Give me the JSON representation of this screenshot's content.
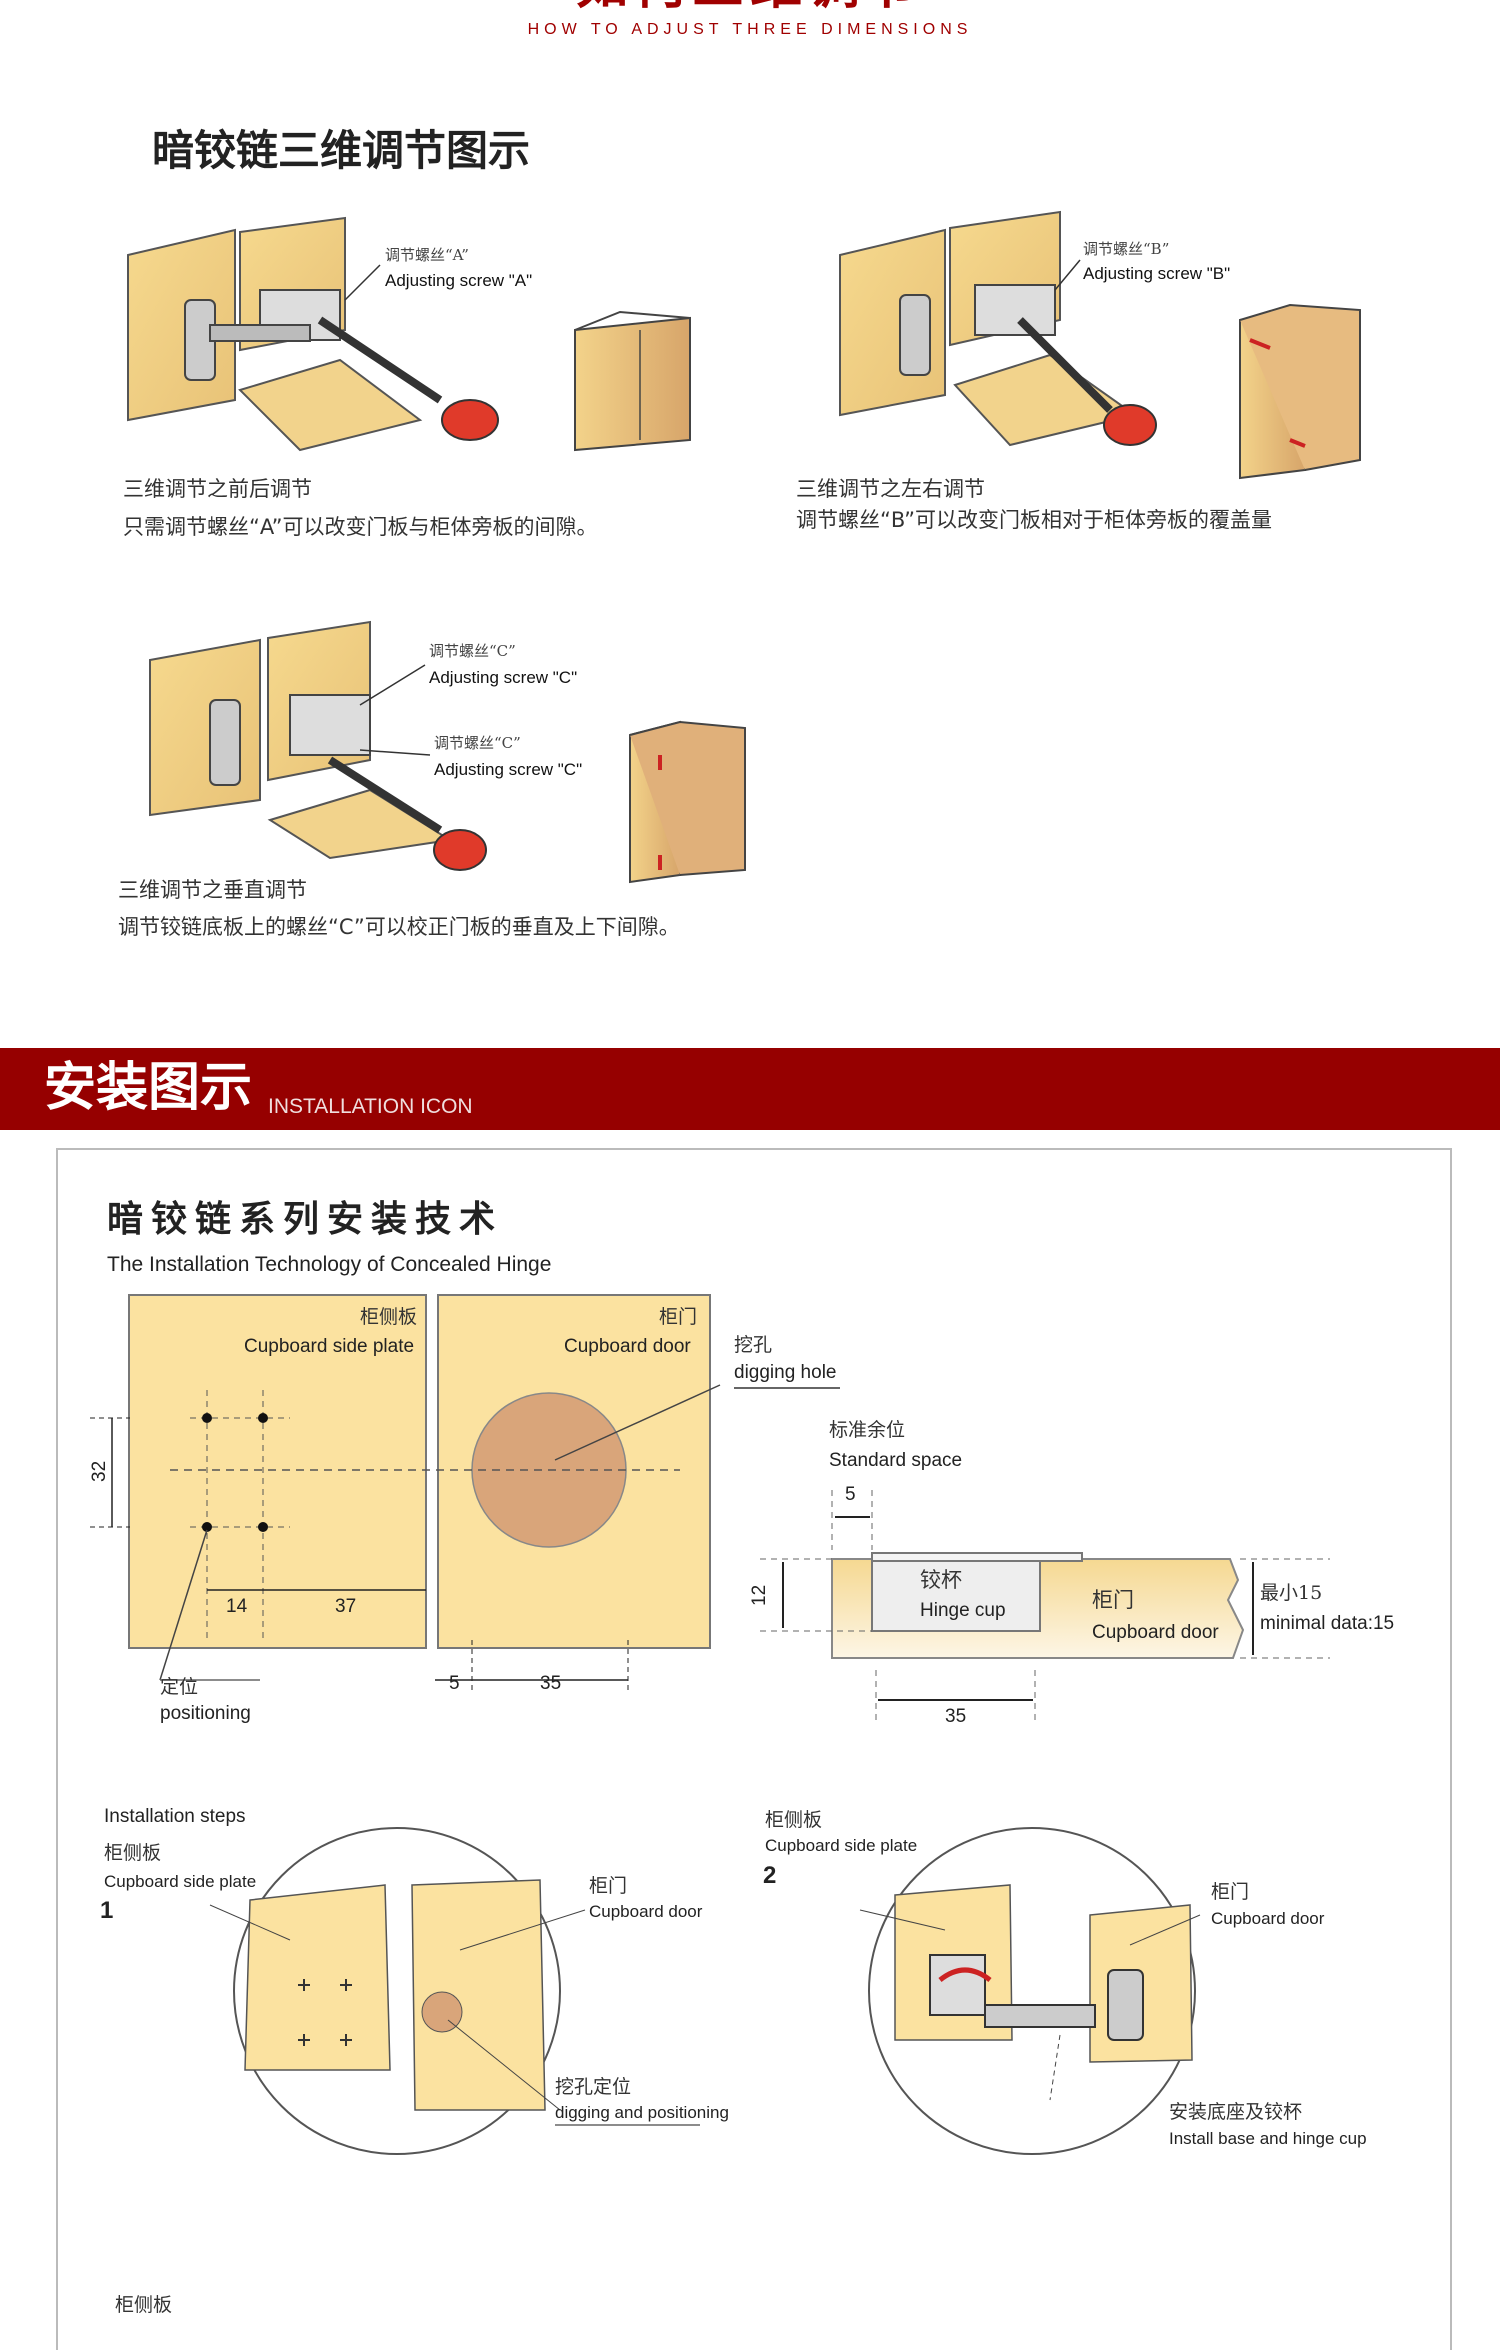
{
  "header": {
    "title": "如何三维调节",
    "subtitle": "HOW TO ADJUST THREE DIMENSIONS"
  },
  "adjust": {
    "heading": "暗铰链三维调节图示",
    "diagrams": [
      {
        "callouts": [
          {
            "cn": "调节螺丝“A”",
            "en": "Adjusting screw \"A\""
          }
        ],
        "caption_title": "三维调节之前后调节",
        "caption_text": "只需调节螺丝“A”可以改变门板与柜体旁板的间隙。"
      },
      {
        "callouts": [
          {
            "cn": "调节螺丝“B”",
            "en": "Adjusting screw \"B\""
          }
        ],
        "caption_title": "三维调节之左右调节",
        "caption_text": "调节螺丝“B”可以改变门板相对于柜体旁板的覆盖量"
      },
      {
        "callouts": [
          {
            "cn": "调节螺丝“C”",
            "en": "Adjusting screw \"C\""
          },
          {
            "cn": "调节螺丝“C”",
            "en": "Adjusting screw \"C\""
          }
        ],
        "caption_title": "三维调节之垂直调节",
        "caption_text": "调节铰链底板上的螺丝“C”可以校正门板的垂直及上下间隙。"
      }
    ]
  },
  "banner": {
    "title_cn": "安装图示",
    "title_en": "INSTALLATION ICON",
    "color": "#960000"
  },
  "install": {
    "heading_cn": "暗铰链系列安装技术",
    "heading_en": "The Installation Technology of Concealed Hinge",
    "side_plate": {
      "cn": "柜侧板",
      "en": "Cupboard side plate"
    },
    "door": {
      "cn": "柜门",
      "en": "Cupboard door"
    },
    "digging_hole": {
      "cn": "挖孔",
      "en": "digging hole"
    },
    "positioning": {
      "cn": "定位",
      "en": "positioning"
    },
    "dims": {
      "d32": "32",
      "d14": "14",
      "d37": "37",
      "d5": "5",
      "d35": "35"
    },
    "section": {
      "std_cn": "标准余位",
      "std_en": "Standard space",
      "d5": "5",
      "d12": "12",
      "d35": "35",
      "cup_cn": "铰杯",
      "cup_en": "Hinge cup",
      "door_cn": "柜门",
      "door_en": "Cupboard door",
      "min_cn": "最小15",
      "min_en": "minimal data:15"
    },
    "steps_title": "Installation steps",
    "step1": {
      "num": "1",
      "side_cn": "柜侧板",
      "side_en": "Cupboard side plate",
      "door_cn": "柜门",
      "door_en": "Cupboard door",
      "dig_cn": "挖孔定位",
      "dig_en": "digging and positioning"
    },
    "step2": {
      "num": "2",
      "side_cn": "柜侧板",
      "side_en": "Cupboard side plate",
      "door_cn": "柜门",
      "door_en": "Cupboard door",
      "base_cn": "安装底座及铰杯",
      "base_en": "Install base and hinge cup"
    },
    "step3": {
      "side_cn": "柜侧板"
    }
  }
}
